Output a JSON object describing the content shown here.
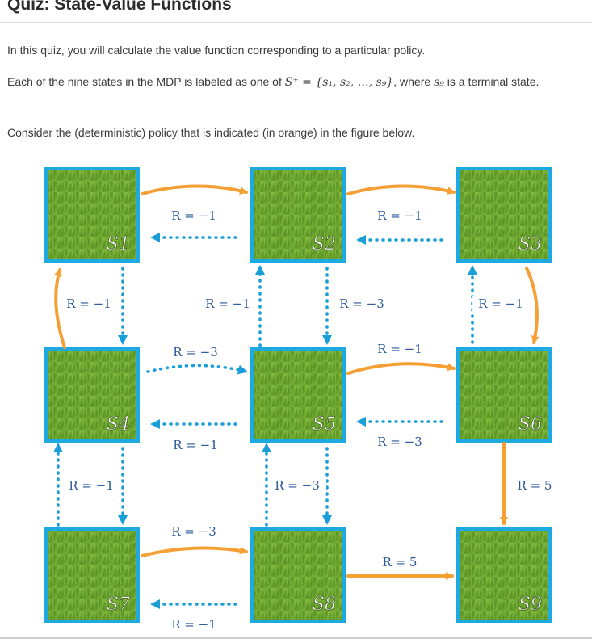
{
  "page": {
    "title": "Quiz: State-Value Functions",
    "intro": "In this quiz, you will calculate the value function corresponding to a particular policy.",
    "states_pre": "Each of the nine states in the MDP is labeled as one of",
    "states_math": "S⁺ = {s₁, s₂, …, s₉}",
    "states_mid": ", where",
    "states_term": "s₉",
    "states_post": "is a terminal state.",
    "consider": "Consider the (deterministic) policy that is indicated (in orange) in the figure below."
  },
  "colors": {
    "policy_arrow": "#f5a035",
    "other_arrow": "#1a9ed8",
    "cell_border": "#1fa9e1",
    "grass": "#6da32e",
    "label_text": "#2a5a9a"
  },
  "grid": {
    "states": [
      "S1",
      "S2",
      "S3",
      "S4",
      "S5",
      "S6",
      "S7",
      "S8",
      "S9"
    ],
    "transitions": [
      {
        "from": "S1",
        "to": "S2",
        "reward": "R = −1",
        "policy": true
      },
      {
        "from": "S2",
        "to": "S1",
        "reward": "",
        "policy": false
      },
      {
        "from": "S2",
        "to": "S3",
        "reward": "R = −1",
        "policy": true
      },
      {
        "from": "S3",
        "to": "S2",
        "reward": "",
        "policy": false
      },
      {
        "from": "S4",
        "to": "S1",
        "reward": "R = −1",
        "policy": true
      },
      {
        "from": "S1",
        "to": "S4",
        "reward": "",
        "policy": false
      },
      {
        "from": "S5",
        "to": "S2",
        "reward": "R = −1",
        "policy": false
      },
      {
        "from": "S2",
        "to": "S5",
        "reward": "R = −3",
        "policy": false
      },
      {
        "from": "S3",
        "to": "S6",
        "reward": "R = −1",
        "policy": true
      },
      {
        "from": "S6",
        "to": "S3",
        "reward": "",
        "policy": false
      },
      {
        "from": "S4",
        "to": "S5",
        "reward": "R = −3",
        "policy": false
      },
      {
        "from": "S5",
        "to": "S4",
        "reward": "R = −1",
        "policy": false
      },
      {
        "from": "S5",
        "to": "S6",
        "reward": "R = −1",
        "policy": true
      },
      {
        "from": "S6",
        "to": "S5",
        "reward": "R = −3",
        "policy": false
      },
      {
        "from": "S7",
        "to": "S4",
        "reward": "R = −1",
        "policy": false
      },
      {
        "from": "S4",
        "to": "S7",
        "reward": "",
        "policy": false
      },
      {
        "from": "S8",
        "to": "S5",
        "reward": "R = −3",
        "policy": false
      },
      {
        "from": "S5",
        "to": "S8",
        "reward": "",
        "policy": false
      },
      {
        "from": "S6",
        "to": "S9",
        "reward": "R = 5",
        "policy": true
      },
      {
        "from": "S7",
        "to": "S8",
        "reward": "R = −3",
        "policy": true
      },
      {
        "from": "S8",
        "to": "S7",
        "reward": "R = −1",
        "policy": false
      },
      {
        "from": "S8",
        "to": "S9",
        "reward": "R = 5",
        "policy": true
      }
    ]
  }
}
